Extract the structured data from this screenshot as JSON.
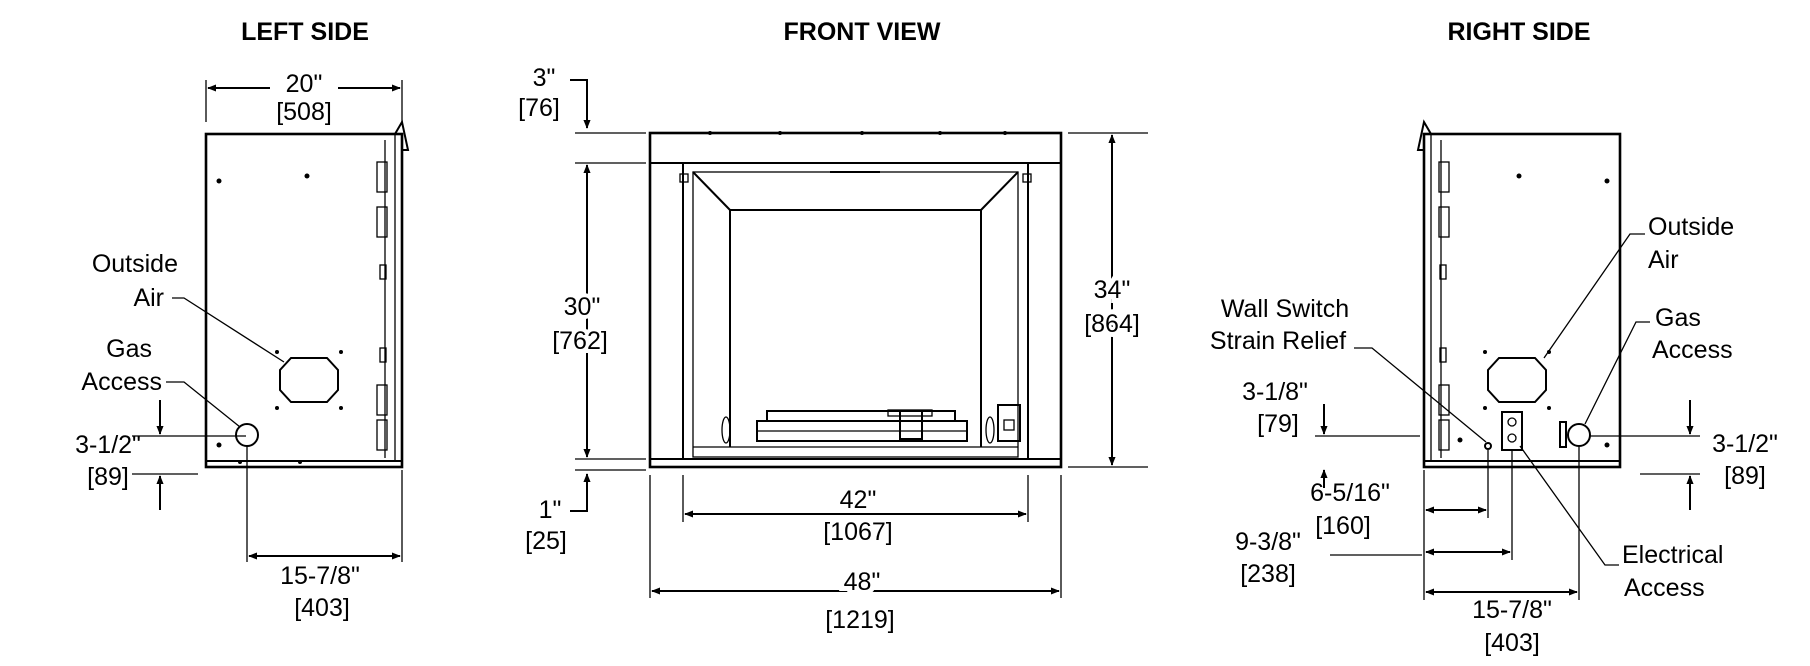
{
  "views": {
    "left": {
      "title": "LEFT SIDE",
      "width_in": "20\"",
      "width_mm": "[508]",
      "outside_air_1": "Outside",
      "outside_air_2": "Air",
      "gas_access_1": "Gas",
      "gas_access_2": "Access",
      "gas_height_in": "3-1/2\"",
      "gas_height_mm": "[89]",
      "gas_offset_in": "15-7/8\"",
      "gas_offset_mm": "[403]"
    },
    "front": {
      "title": "FRONT VIEW",
      "top_trim_in": "3\"",
      "top_trim_mm": "[76]",
      "opening_height_in": "30\"",
      "opening_height_mm": "[762]",
      "overall_height_in": "34\"",
      "overall_height_mm": "[864]",
      "bottom_trim_in": "1\"",
      "bottom_trim_mm": "[25]",
      "opening_width_in": "42\"",
      "opening_width_mm": "[1067]",
      "overall_width_in": "48\"",
      "overall_width_mm": "[1219]"
    },
    "right": {
      "title": "RIGHT SIDE",
      "outside_air_1": "Outside",
      "outside_air_2": "Air",
      "gas_access_1": "Gas",
      "gas_access_2": "Access",
      "wall_switch_1": "Wall Switch",
      "wall_switch_2": "Strain Relief",
      "switch_height_in": "3-1/8\"",
      "switch_height_mm": "[79]",
      "switch_offset_in": "6-5/16\"",
      "switch_offset_mm": "[160]",
      "elec_offset_in": "9-3/8\"",
      "elec_offset_mm": "[238]",
      "electrical_1": "Electrical",
      "electrical_2": "Access",
      "gas_height_in": "3-1/2\"",
      "gas_height_mm": "[89]",
      "gas_offset_in": "15-7/8\"",
      "gas_offset_mm": "[403]"
    }
  }
}
